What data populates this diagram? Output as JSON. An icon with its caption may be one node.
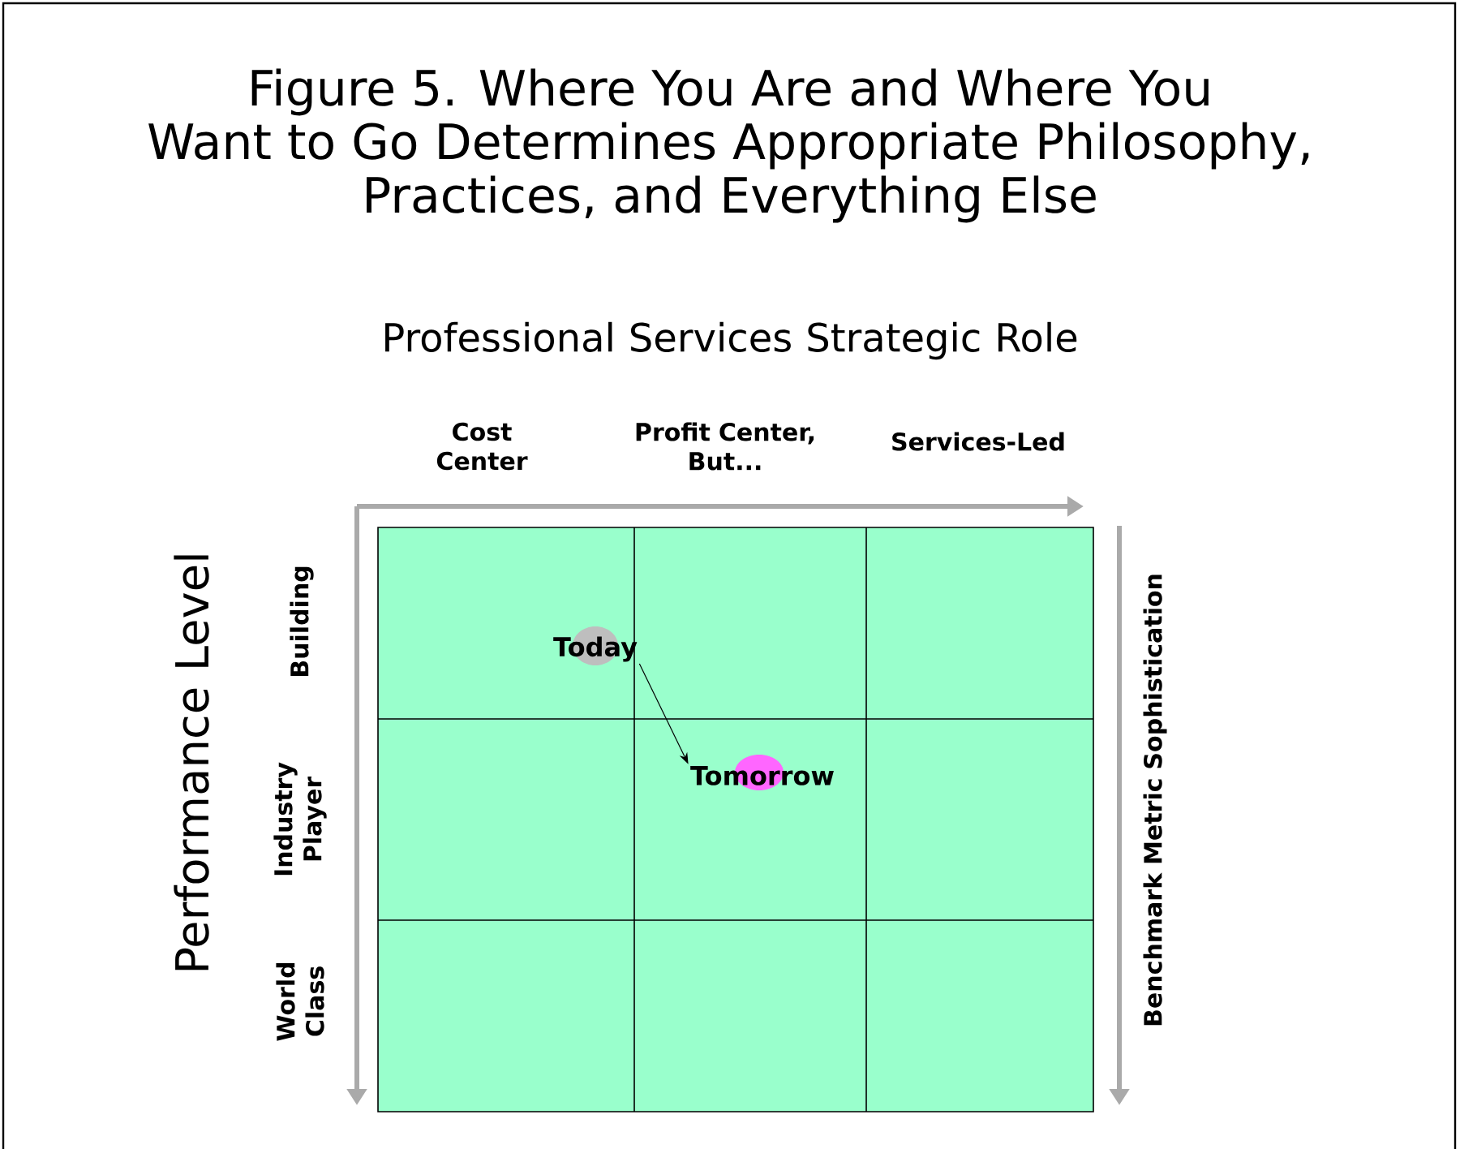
{
  "diagram": {
    "title": "Figure 5. Where You Are and Where You Want to Go Determines Appropriate Philosophy, Practices, and Everything Else",
    "nodes": [
      {
        "text": [
          "Today"
        ]
      },
      {
        "text": [
          "Tomorrow"
        ]
      }
    ],
    "edges": [
      {
        "from": 0,
        "to": 1,
        "arrow": "to"
      }
    ],
    "labels": [
      "Professional Services Strategic Role",
      "Cost Center",
      "Profit Center, But...",
      "Services-Led",
      "Performance  Level",
      "Building",
      "Industry Player",
      "World Class",
      "Benchmark  Metric Sophistication"
    ]
  }
}
